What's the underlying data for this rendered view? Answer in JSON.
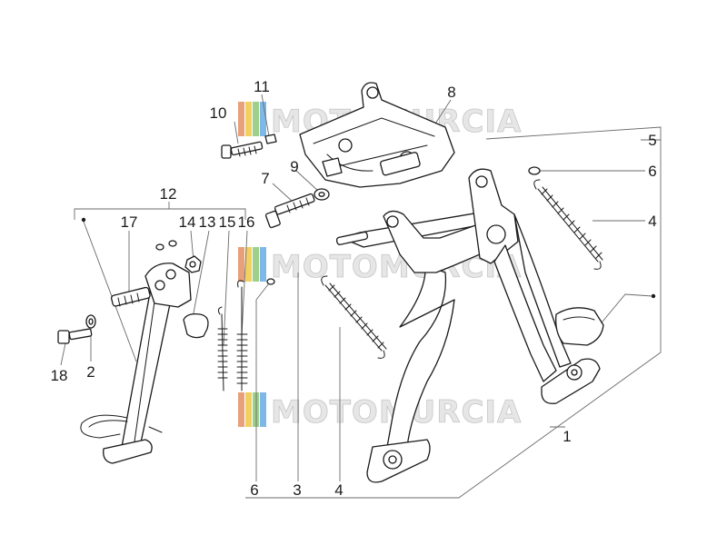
{
  "diagram": {
    "watermark_text": "MOTOMURCIA",
    "watermark_colors": [
      "#e8a07a",
      "#f0d060",
      "#9ed08a",
      "#7fb7e6"
    ],
    "callouts": {
      "c1": "1",
      "c2": "2",
      "c3": "3",
      "c4a": "4",
      "c4b": "4",
      "c5": "5",
      "c6a": "6",
      "c6b": "6",
      "c7": "7",
      "c8": "8",
      "c9": "9",
      "c10": "10",
      "c11": "11",
      "c12": "12",
      "c14": "14",
      "c13": "13",
      "c15": "15",
      "c16": "16",
      "c17": "17",
      "c18": "18"
    }
  }
}
